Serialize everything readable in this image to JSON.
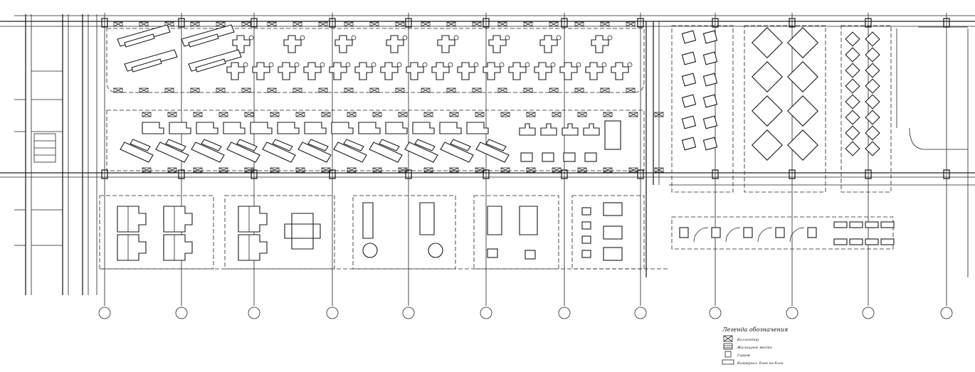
{
  "legend": {
    "title": "Легенда обозначения",
    "items": [
      {
        "symbol": "crossed-box-icon",
        "label": "Коллектор"
      },
      {
        "symbol": "hatched-box-icon",
        "label": "Жилищное место"
      },
      {
        "symbol": "plain-box-icon",
        "label": "Гараж"
      },
      {
        "symbol": "long-box-icon",
        "label": "Коммунал. блок на блок"
      }
    ]
  },
  "colors": {
    "ink": "#1a1a1a",
    "paper": "#ffffff"
  },
  "grid_axes_count": 12
}
